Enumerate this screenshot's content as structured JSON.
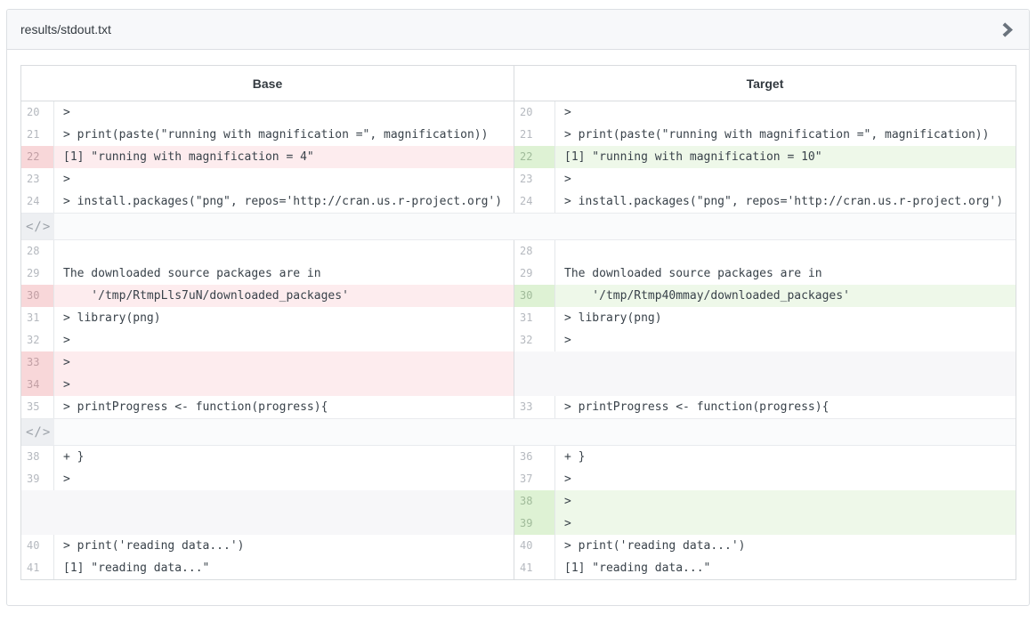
{
  "window": {
    "title": "results/stdout.txt",
    "chevron_color": "#6a737d"
  },
  "diff": {
    "base_header": "Base",
    "target_header": "Target",
    "expander_icon": "</>",
    "colors": {
      "deletion_bg": "#fdecee",
      "deletion_gutter_bg": "#f8d7d9",
      "insertion_bg": "#eef8e9",
      "insertion_gutter_bg": "#def2d4"
    },
    "rows": [
      {
        "type": "line",
        "base": {
          "num": "20",
          "text": ">"
        },
        "target": {
          "num": "20",
          "text": ">"
        }
      },
      {
        "type": "line",
        "base": {
          "num": "21",
          "text": "> print(paste(\"running with magnification =\", magnification))"
        },
        "target": {
          "num": "21",
          "text": "> print(paste(\"running with magnification =\", magnification))"
        }
      },
      {
        "type": "line",
        "base": {
          "num": "22",
          "text": "[1] \"running with magnification = 4\"",
          "mark": "del"
        },
        "target": {
          "num": "22",
          "text": "[1] \"running with magnification = 10\"",
          "mark": "ins"
        }
      },
      {
        "type": "line",
        "base": {
          "num": "23",
          "text": ">"
        },
        "target": {
          "num": "23",
          "text": ">"
        }
      },
      {
        "type": "line",
        "base": {
          "num": "24",
          "text": "> install.packages(\"png\", repos='http://cran.us.r-project.org')"
        },
        "target": {
          "num": "24",
          "text": "> install.packages(\"png\", repos='http://cran.us.r-project.org')"
        }
      },
      {
        "type": "expand"
      },
      {
        "type": "line",
        "base": {
          "num": "28",
          "text": ""
        },
        "target": {
          "num": "28",
          "text": ""
        }
      },
      {
        "type": "line",
        "base": {
          "num": "29",
          "text": "The downloaded source packages are in"
        },
        "target": {
          "num": "29",
          "text": "The downloaded source packages are in"
        }
      },
      {
        "type": "line",
        "base": {
          "num": "30",
          "text": "    '/tmp/RtmpLls7uN/downloaded_packages'",
          "mark": "del"
        },
        "target": {
          "num": "30",
          "text": "    '/tmp/Rtmp40mmay/downloaded_packages'",
          "mark": "ins"
        }
      },
      {
        "type": "line",
        "base": {
          "num": "31",
          "text": "> library(png)"
        },
        "target": {
          "num": "31",
          "text": "> library(png)"
        }
      },
      {
        "type": "line",
        "base": {
          "num": "32",
          "text": ">"
        },
        "target": {
          "num": "32",
          "text": ">"
        }
      },
      {
        "type": "line",
        "base": {
          "num": "33",
          "text": ">",
          "mark": "del"
        },
        "target": {
          "gap": true
        }
      },
      {
        "type": "line",
        "base": {
          "num": "34",
          "text": ">",
          "mark": "del"
        },
        "target": {
          "gap": true
        }
      },
      {
        "type": "line",
        "base": {
          "num": "35",
          "text": "> printProgress <- function(progress){"
        },
        "target": {
          "num": "33",
          "text": "> printProgress <- function(progress){"
        }
      },
      {
        "type": "expand"
      },
      {
        "type": "line",
        "base": {
          "num": "38",
          "text": "+ }"
        },
        "target": {
          "num": "36",
          "text": "+ }"
        }
      },
      {
        "type": "line",
        "base": {
          "num": "39",
          "text": ">"
        },
        "target": {
          "num": "37",
          "text": ">"
        }
      },
      {
        "type": "line",
        "base": {
          "gap": true
        },
        "target": {
          "num": "38",
          "text": ">",
          "mark": "ins"
        }
      },
      {
        "type": "line",
        "base": {
          "gap": true
        },
        "target": {
          "num": "39",
          "text": ">",
          "mark": "ins"
        }
      },
      {
        "type": "line",
        "base": {
          "num": "40",
          "text": "> print('reading data...')"
        },
        "target": {
          "num": "40",
          "text": "> print('reading data...')"
        }
      },
      {
        "type": "line",
        "base": {
          "num": "41",
          "text": "[1] \"reading data...\""
        },
        "target": {
          "num": "41",
          "text": "[1] \"reading data...\""
        }
      }
    ]
  }
}
